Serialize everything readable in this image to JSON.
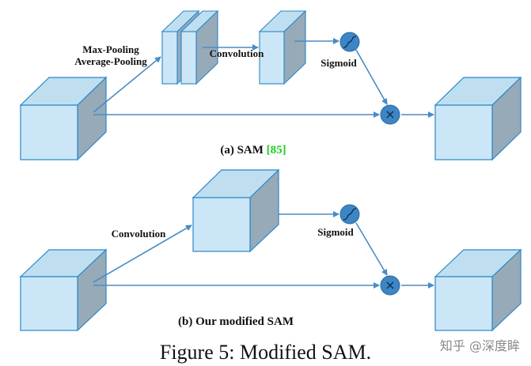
{
  "panel_a": {
    "pool_label_1": "Max-Pooling",
    "pool_label_2": "Average-Pooling",
    "conv_label": "Convolution",
    "sigmoid_label": "Sigmoid",
    "multiply_symbol": "×",
    "caption_prefix": "(a) SAM ",
    "caption_ref": "[85]"
  },
  "panel_b": {
    "conv_label": "Convolution",
    "sigmoid_label": "Sigmoid",
    "multiply_symbol": "×",
    "caption": "(b) Our modified SAM"
  },
  "figure_caption": "Figure 5: Modified SAM.",
  "watermark": "知乎 @深度眸",
  "colors": {
    "cube_front": "#cbe6f6",
    "cube_top": "#bfdff1",
    "cube_side": "#97aab8",
    "edge": "#2b87c8",
    "arrow": "#4a8cc4",
    "op_fill": "#3d86c6",
    "ref_green": "#22cc22"
  }
}
